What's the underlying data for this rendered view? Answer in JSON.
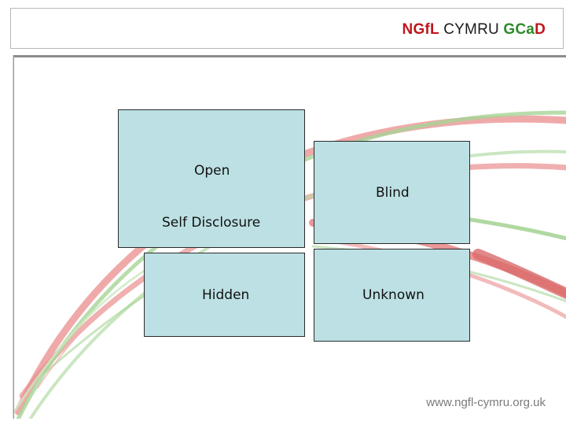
{
  "header": {
    "logo_part1": "NGfL",
    "logo_part2": "CYMRU",
    "logo_part3": "GCa",
    "logo_part4": "D"
  },
  "panes": {
    "open_label": "Open",
    "self_disclosure_label": "Self Disclosure",
    "blind_label": "Blind",
    "hidden_label": "Hidden",
    "unknown_label": "Unknown"
  },
  "footer": {
    "url": "www.ngfl-cymru.org.uk"
  },
  "colors": {
    "pane_fill": "#bce0e3",
    "swoosh_red": "#e88a8a",
    "swoosh_green": "#9fd08a"
  }
}
